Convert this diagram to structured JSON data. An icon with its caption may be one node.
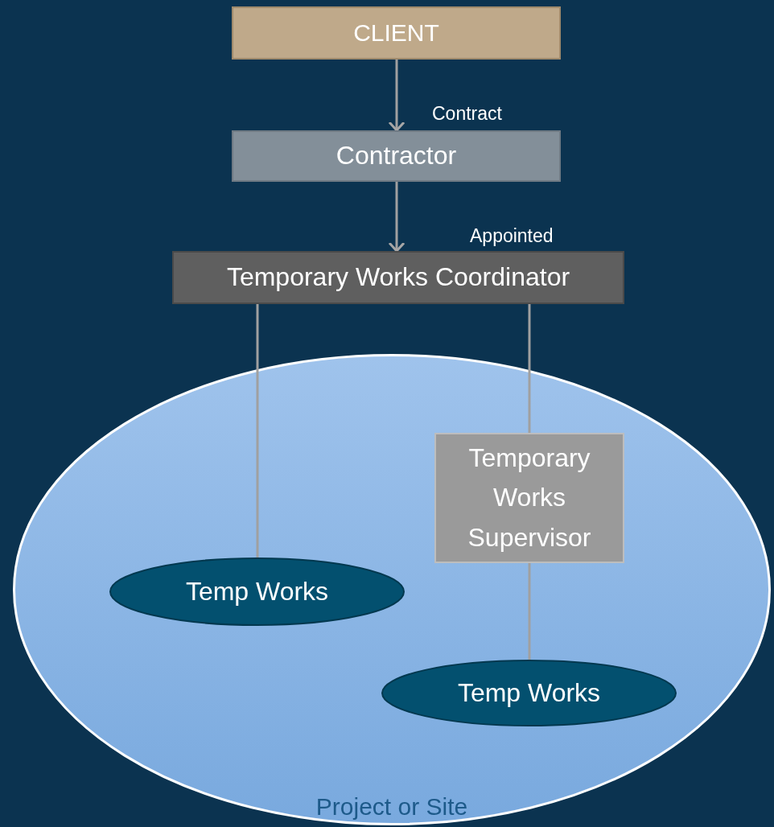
{
  "diagram": {
    "nodes": [
      {
        "text": [
          "CLIENT"
        ]
      },
      {
        "text": [
          "Contractor"
        ]
      },
      {
        "text": [
          "Temporary Works Coordinator"
        ]
      },
      {
        "text": [
          "Project or Site"
        ]
      },
      {
        "text": [
          "Temp Works"
        ],
        "in": 3
      },
      {
        "text": [
          "Temporary Works Supervisor"
        ],
        "in": 3
      },
      {
        "text": [
          "Temp Works"
        ],
        "in": 3
      }
    ],
    "edges": [
      {
        "from": 0,
        "to": 1,
        "arrow": "to",
        "label": "Contract"
      },
      {
        "from": 1,
        "to": 2,
        "arrow": "to",
        "label": "Appointed"
      },
      {
        "from": 2,
        "to": 4,
        "arrow": "none"
      },
      {
        "from": 2,
        "to": 5,
        "arrow": "none"
      },
      {
        "from": 5,
        "to": 6,
        "arrow": "none"
      }
    ]
  }
}
